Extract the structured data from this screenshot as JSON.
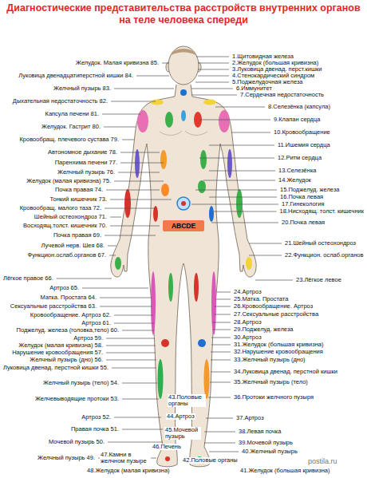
{
  "diagram": {
    "title": "Диагностические представительства расстройств внутренних органов на теле человека спереди",
    "labels": [
      "1.Щитовидная железа",
      "2.Желудок (большая кривизна)",
      "3.Луковица двенад. перст.кишки",
      "4.Стенокардический синдром",
      "5.Поджелудочная железа",
      "6.Иммунитет",
      "7.Сердечная недостаточность",
      "8.Селезёнка (капсула)",
      "9.Клапан сердца",
      "10.Кровообращение",
      "11.Ишемия сердца",
      "12.Ритм сердца",
      "13.Селезёнка",
      "14.Желудок",
      "15.Поджелуд. железа",
      "16.Почка левая",
      "17.Гинекология",
      "18.Нисходящ. толст. кишечник",
      "20.Почка левая",
      "21.Шейный остеохондроз",
      "22.Функцион. ослаб.органов",
      "23.Лёгкое левое",
      "24.Артроз",
      "25.Матка. Простата",
      "26.Кровообращение. Артроз",
      "27.Сексуальные расстройства",
      "28.Артроз",
      "29.Поджелуд. железа",
      "30.Артроз",
      "31.Желудок (большая кривизна)",
      "32.Нарушение кровообращения",
      "33.Желчный пузырь (дно)",
      "34.Луковица двенад. перстной кишки",
      "35.Желчный пузырь (тело)",
      "36.Протоки желчного пузыря",
      "37.Артроз",
      "38.Левая почка",
      "39.Мочевой пузырь",
      "40.Желчный пузырь",
      "41.Желудок (большая кривизна)",
      "Желудок. Малая кривизна 85.",
      "Луковица двенадцатиперстной кишки 84.",
      "Желчный пузырь 83.",
      "Дыхательная недостаточность 82.",
      "Капсула печени 81.",
      "Желудок. Гастрит 80.",
      "Кровообращ. плечевого сустава 79.",
      "Автономное дыхание 78.",
      "Паренхима печени 77.",
      "Желчный пузырь 76.",
      "Желудок (малая кривизна) 75.",
      "Почка правая 74.",
      "Тонкий кишечник 73.",
      "Кровообращ. малого таза 72.",
      "Шейный остеохондроз 71.",
      "Восходящ.толст. кишечник 70.",
      "Почка правая 69.",
      "Лучевой нерв. Шея 68.",
      "Функцион.ослаб.органов 67.",
      "Лёгкое правое 66.",
      "Артроз 65.",
      "Матка. Простата 64.",
      "Сексуальные расстройства 63.",
      "Кровообращение. Артроз 62.",
      "Артроз 61.",
      "Поджелуд. железа (головка,тело) 60.",
      "Артроз 59.",
      "Желудок (малая кривизна) 58.",
      "Нарушение кровообращения 57.",
      "Желчный пузырь (дно) 56.",
      "Луковица двенад. перстной кишки 55.",
      "Желчный пузырь (тело) 54.",
      "Желчевыводящие протоки 53.",
      "Артроз 52.",
      "Правая почка 51.",
      "Мочевой пузырь 50.",
      "Желчный пузырь 49.",
      "48.Желудок (малая кривизна)",
      "47.Камни в желчном пузыре",
      "46.Печень",
      "45.Мочевой пузырь",
      "44.Артроз",
      "43.Половые органы",
      "42.Половые органы",
      "ABCDE",
      "postila.ru"
    ]
  }
}
